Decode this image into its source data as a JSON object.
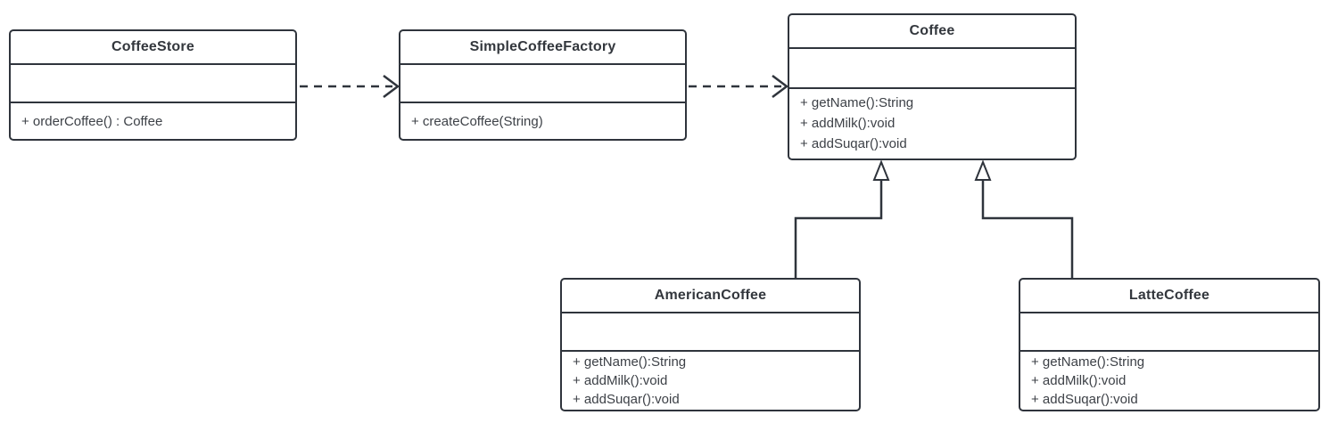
{
  "diagram": {
    "kind": "uml-class-diagram",
    "background_color": "#ffffff",
    "colors": {
      "stroke": "#2f343c",
      "title_text": "#33373d",
      "member_text": "#3d4147",
      "box_fill": "#ffffff"
    },
    "classes": [
      {
        "name": "CoffeeStore",
        "attributes": [],
        "methods": [
          "+ orderCoffee() : Coffee"
        ]
      },
      {
        "name": "SimpleCoffeeFactory",
        "attributes": [],
        "methods": [
          "+ createCoffee(String)"
        ]
      },
      {
        "name": "Coffee",
        "attributes": [],
        "methods": [
          "+ getName():String",
          "+ addMilk():void",
          "+ addSuqar():void"
        ]
      },
      {
        "name": "AmericanCoffee",
        "attributes": [],
        "methods": [
          "+ getName():String",
          "+ addMilk():void",
          "+ addSuqar():void"
        ]
      },
      {
        "name": "LatteCoffee",
        "attributes": [],
        "methods": [
          "+ getName():String",
          "+ addMilk():void",
          "+ addSuqar():void"
        ]
      }
    ],
    "relationships": [
      {
        "from": "CoffeeStore",
        "to": "SimpleCoffeeFactory",
        "type": "dependency",
        "style": "dashed-open-arrow"
      },
      {
        "from": "SimpleCoffeeFactory",
        "to": "Coffee",
        "type": "dependency",
        "style": "dashed-open-arrow"
      },
      {
        "from": "AmericanCoffee",
        "to": "Coffee",
        "type": "generalization",
        "style": "solid-hollow-triangle"
      },
      {
        "from": "LatteCoffee",
        "to": "Coffee",
        "type": "generalization",
        "style": "solid-hollow-triangle"
      }
    ]
  }
}
